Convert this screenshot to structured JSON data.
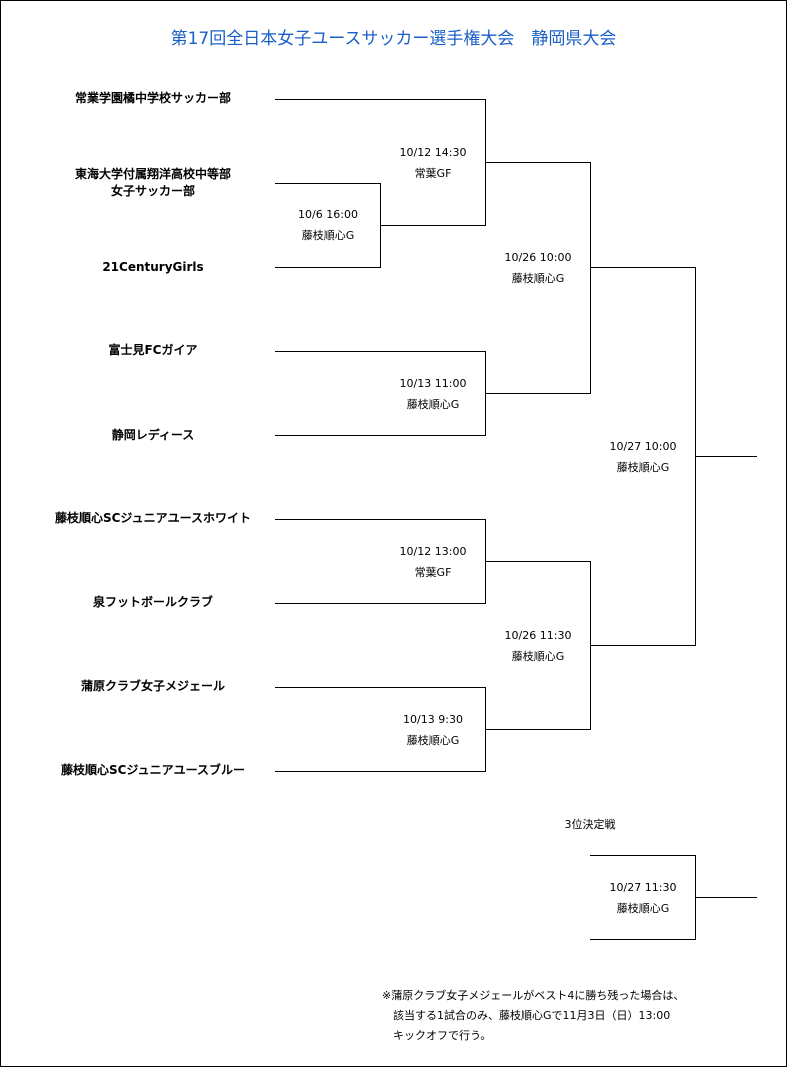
{
  "title": "第17回全日本女子ユースサッカー選手権大会　静岡県大会",
  "teams": [
    "常業学園橘中学校サッカー部",
    "東海大学付属翔洋高校中等部\n女子サッカー部",
    "21CenturyGirls",
    "富士見FCガイア",
    "静岡レディース",
    "藤枝順心SCジュニアユースホワイト",
    "泉フットボールクラブ",
    "蒲原クラブ女子メジェール",
    "藤枝順心SCジュニアユースブルー"
  ],
  "matches": [
    {
      "date": "10/6  16:00",
      "venue": "藤枝順心G"
    },
    {
      "date": "10/12  14:30",
      "venue": "常葉GF"
    },
    {
      "date": "10/13  11:00",
      "venue": "藤枝順心G"
    },
    {
      "date": "10/12  13:00",
      "venue": "常葉GF"
    },
    {
      "date": "10/13  9:30",
      "venue": "藤枝順心G"
    },
    {
      "date": "10/26  10:00",
      "venue": "藤枝順心G"
    },
    {
      "date": "10/26  11:30",
      "venue": "藤枝順心G"
    },
    {
      "date": "10/27  10:00",
      "venue": "藤枝順心G"
    },
    {
      "date": "10/27  11:30",
      "venue": "藤枝順心G"
    }
  ],
  "third_place_label": "3位決定戦",
  "note": [
    "※蒲原クラブ女子メジェールがベスト4に勝ち残った場合は、",
    "　該当する1試合のみ、藤枝順心Gで11月3日（日）13:00",
    "　キックオフで行う。"
  ]
}
